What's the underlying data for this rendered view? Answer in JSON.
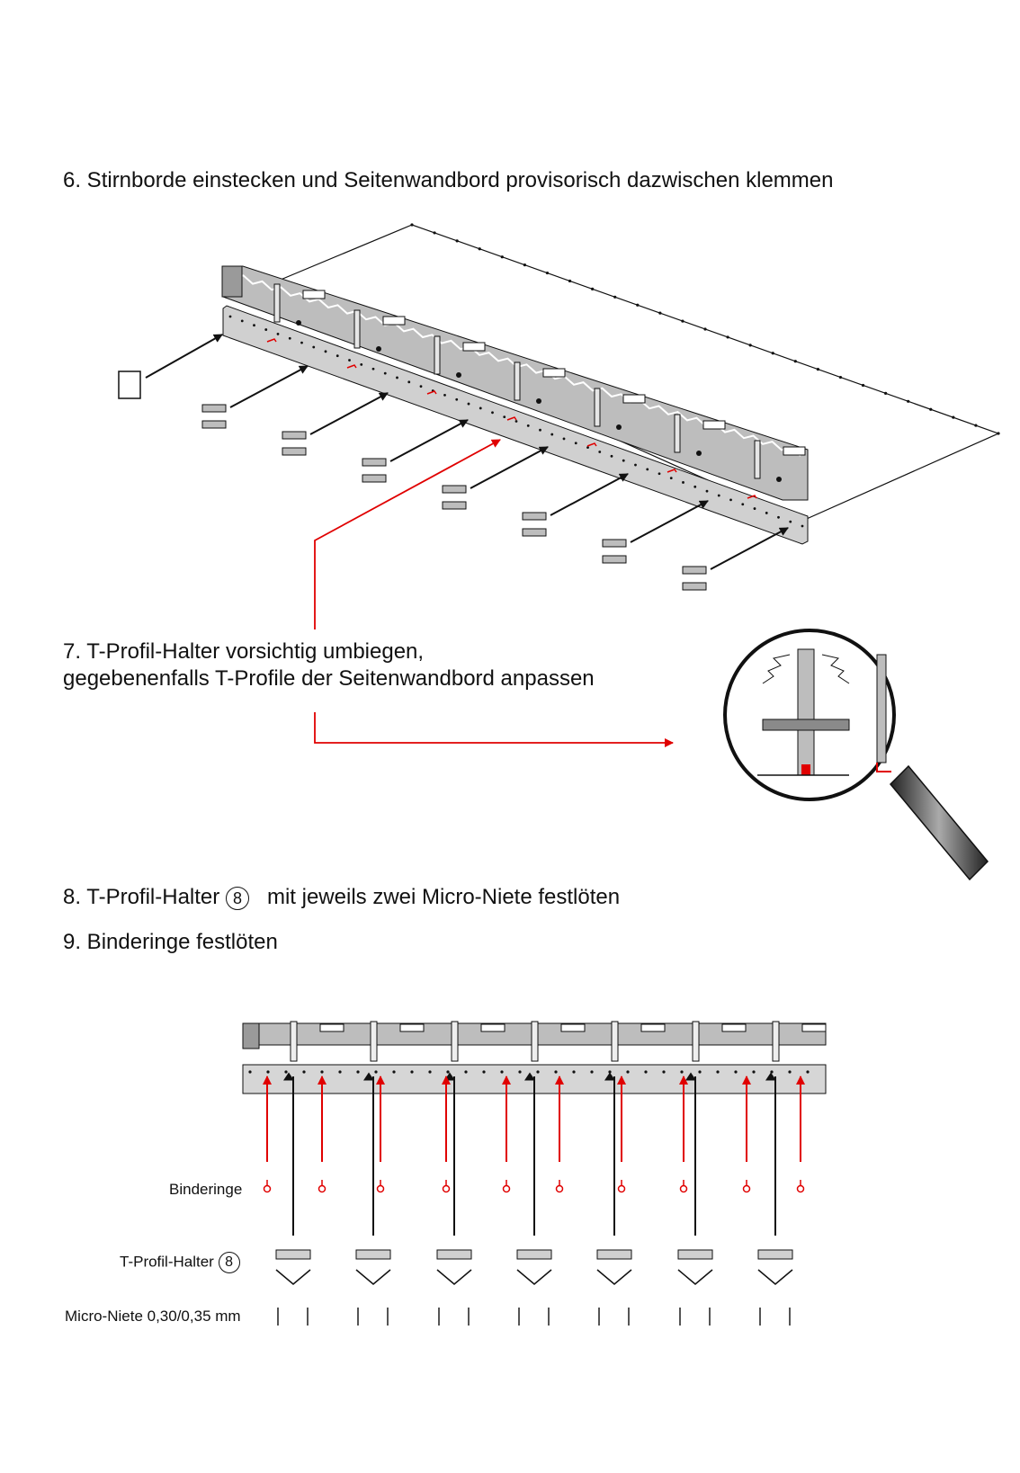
{
  "steps": {
    "s6": "6. Stirnborde einstecken und Seitenwandbord provisorisch dazwischen klemmen",
    "s7_line1": "7. T-Profil-Halter vorsichtig umbiegen,",
    "s7_line2": "gegebenenfalls T-Profile der Seitenwandbord anpassen",
    "s8_prefix": "8. T-Profil-Halter",
    "s8_num": "8",
    "s8_suffix": "mit jeweils zwei Micro-Niete festlöten",
    "s9": "9. Binderinge festlöten"
  },
  "labels": {
    "binderinge": "Binderinge",
    "tprofil": "T-Profil-Halter",
    "tprofil_num": "8",
    "micro": "Micro-Niete 0,30/0,35 mm"
  },
  "colors": {
    "accent": "#e00000",
    "ink": "#111111",
    "part": "#bdbdbd"
  }
}
